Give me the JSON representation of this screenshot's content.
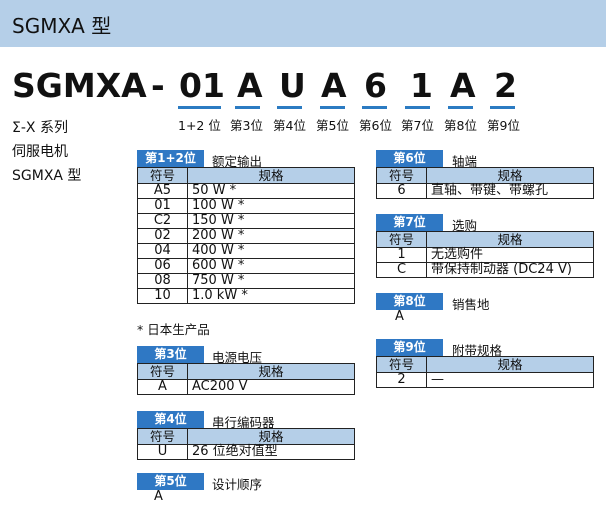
{
  "banner": {
    "title": "SGMXA 型"
  },
  "model": {
    "parts": [
      "SGMXA",
      "-",
      "01",
      "A",
      "U",
      "A",
      "6",
      "1",
      "A",
      "2"
    ],
    "position_labels": [
      "1+2 位",
      "第3位",
      "第4位",
      "第5位",
      "第6位",
      "第7位",
      "第8位",
      "第9位"
    ]
  },
  "series": [
    "Σ-X 系列",
    "伺服电机",
    "SGMXA 型"
  ],
  "headers": {
    "code": "符号",
    "spec": "规格"
  },
  "sec12": {
    "tag": "第1+2位",
    "name": "额定输出",
    "rows": [
      {
        "code": "A5",
        "spec": "50 W *"
      },
      {
        "code": "01",
        "spec": "100 W *"
      },
      {
        "code": "C2",
        "spec": "150 W *"
      },
      {
        "code": "02",
        "spec": "200 W *"
      },
      {
        "code": "04",
        "spec": "400 W *"
      },
      {
        "code": "06",
        "spec": "600 W *"
      },
      {
        "code": "08",
        "spec": "750 W *"
      },
      {
        "code": "10",
        "spec": "1.0 kW *"
      }
    ],
    "note": "* 日本生产品"
  },
  "sec3": {
    "tag": "第3位",
    "name": "电源电压",
    "rows": [
      {
        "code": "A",
        "spec": "AC200 V"
      }
    ]
  },
  "sec4": {
    "tag": "第4位",
    "name": "串行编码器",
    "rows": [
      {
        "code": "U",
        "spec": "26 位绝对值型"
      }
    ]
  },
  "sec5": {
    "tag": "第5位",
    "name": "设计顺序",
    "value": "A"
  },
  "sec6": {
    "tag": "第6位",
    "name": "轴端",
    "rows": [
      {
        "code": "6",
        "spec": "直轴、带键、带螺孔"
      }
    ]
  },
  "sec7": {
    "tag": "第7位",
    "name": "选购",
    "rows": [
      {
        "code": "1",
        "spec": "无选购件"
      },
      {
        "code": "C",
        "spec": "带保持制动器 (DC24 V)"
      }
    ]
  },
  "sec8": {
    "tag": "第8位",
    "name": "销售地",
    "value": "A"
  },
  "sec9": {
    "tag": "第9位",
    "name": "附带规格",
    "rows": [
      {
        "code": "2",
        "spec": "—"
      }
    ]
  },
  "colors": {
    "accent": "#2f78c4",
    "header_fill": "#b5cfe8",
    "underline": "#2b7bc2"
  }
}
